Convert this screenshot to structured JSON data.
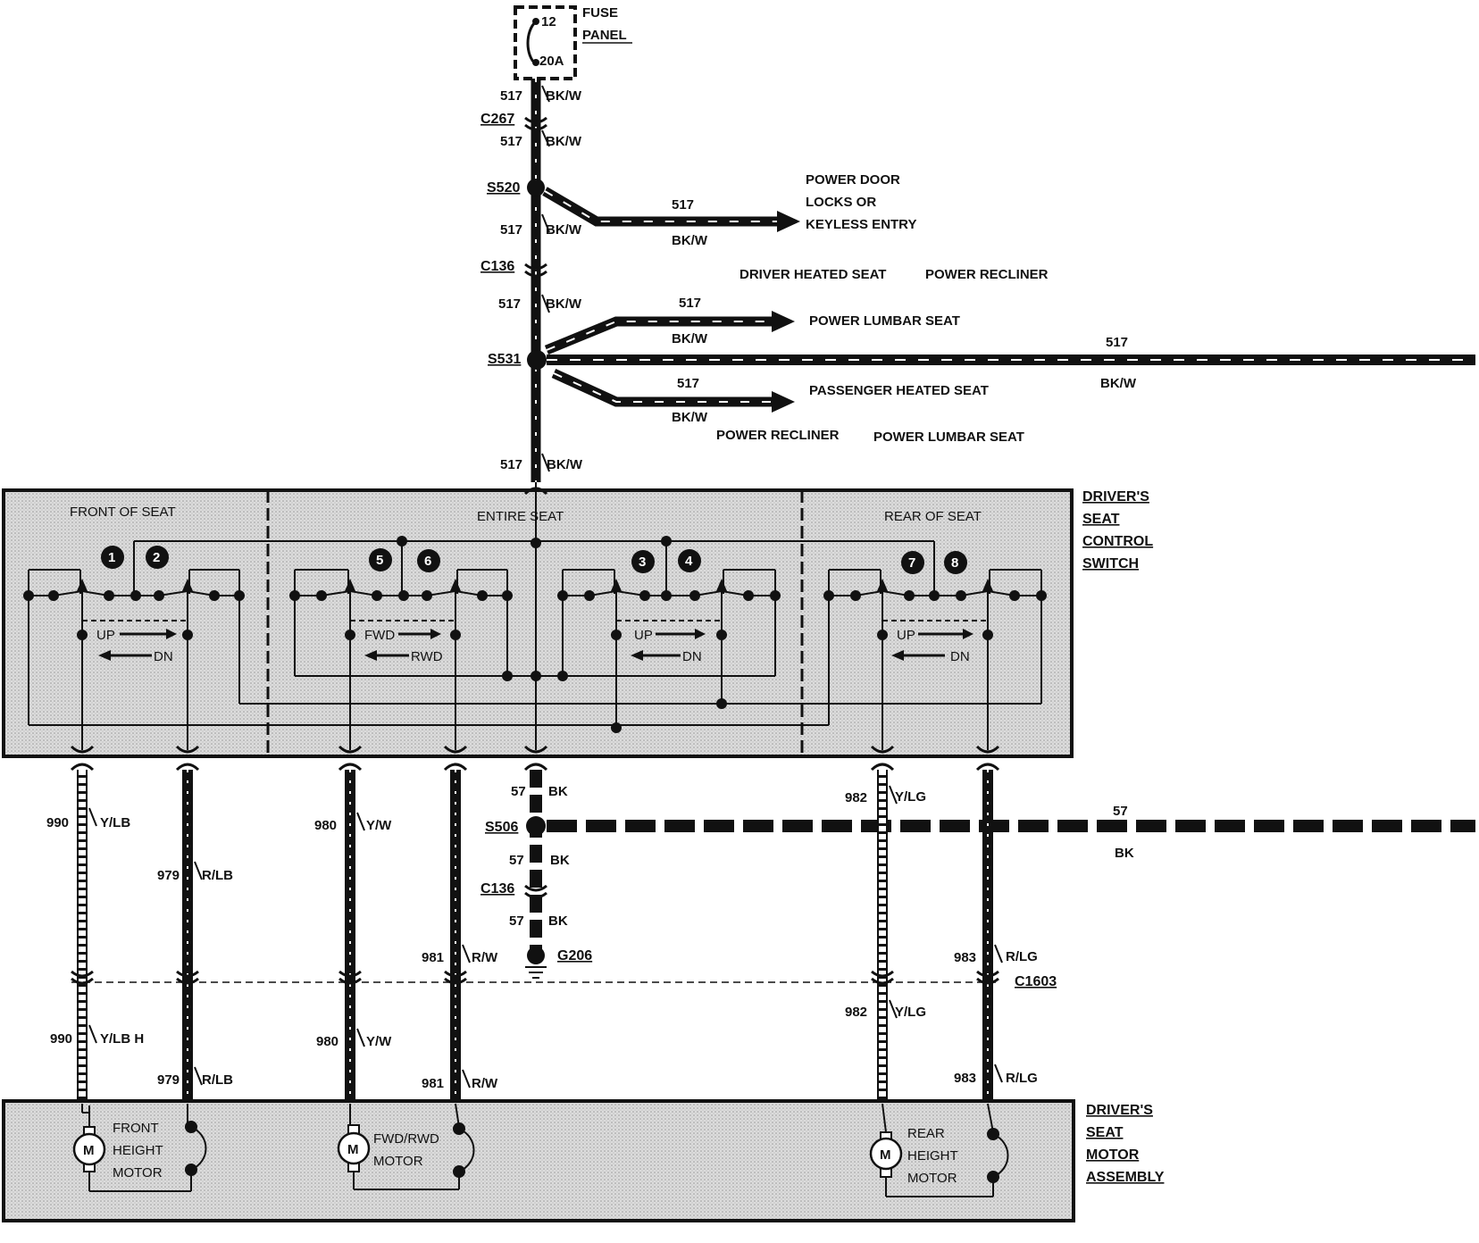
{
  "colors": {
    "wire": "#111111",
    "panel": "#d7d7d7",
    "background": "#ffffff",
    "stripe": "#ffffff"
  },
  "fuse": {
    "position": "12",
    "rating": "20A",
    "label_line1": "FUSE",
    "label_line2": "PANEL"
  },
  "feed": {
    "wires": [
      {
        "circuit": "517",
        "color": "BK/W"
      },
      {
        "circuit": "517",
        "color": "BK/W"
      },
      {
        "circuit": "517",
        "color": "BK/W"
      },
      {
        "circuit": "517",
        "color": "BK/W"
      },
      {
        "circuit": "517",
        "color": "BK/W"
      }
    ],
    "connectors": [
      "C267",
      "C136"
    ],
    "splices": [
      "S520",
      "S531"
    ]
  },
  "branches": {
    "door_locks": {
      "circuit": "517",
      "color": "BK/W",
      "dest_line1": "POWER DOOR",
      "dest_line2": "LOCKS OR",
      "dest_line3": "KEYLESS ENTRY"
    },
    "options_top": [
      "DRIVER HEATED SEAT",
      "POWER RECLINER"
    ],
    "lumbar": {
      "circuit": "517",
      "color": "BK/W",
      "dest": "POWER LUMBAR SEAT"
    },
    "continue": {
      "circuit": "517",
      "color": "BK/W"
    },
    "passenger": {
      "circuit": "517",
      "color": "BK/W",
      "dest": "PASSENGER HEATED SEAT"
    },
    "options_bottom": [
      "POWER RECLINER",
      "POWER LUMBAR SEAT"
    ]
  },
  "switch": {
    "title": [
      "DRIVER'S",
      "SEAT",
      "CONTROL",
      "SWITCH"
    ],
    "zones": [
      "FRONT OF SEAT",
      "ENTIRE SEAT",
      "REAR OF SEAT"
    ],
    "contacts": [
      "1",
      "2",
      "5",
      "6",
      "3",
      "4",
      "7",
      "8"
    ],
    "directions": {
      "front": [
        "UP",
        "DN"
      ],
      "entire": [
        "FWD",
        "RWD"
      ],
      "rear_entire": [
        "UP",
        "DN"
      ],
      "rear": [
        "UP",
        "DN"
      ]
    }
  },
  "ground": {
    "wires": [
      {
        "circuit": "57",
        "color": "BK"
      },
      {
        "circuit": "57",
        "color": "BK"
      },
      {
        "circuit": "57",
        "color": "BK"
      }
    ],
    "splice": "S506",
    "connector": "C136",
    "ground_point": "G206",
    "branch": {
      "circuit": "57",
      "color": "BK"
    }
  },
  "motor_wires": {
    "upper": [
      {
        "circuit": "990",
        "color": "Y/LB"
      },
      {
        "circuit": "979",
        "color": "R/LB"
      },
      {
        "circuit": "980",
        "color": "Y/W"
      },
      {
        "circuit": "981",
        "color": "R/W"
      },
      {
        "circuit": "982",
        "color": "Y/LG"
      },
      {
        "circuit": "983",
        "color": "R/LG"
      }
    ],
    "connector": "C1603",
    "lower": [
      {
        "circuit": "990",
        "color": "Y/LB H"
      },
      {
        "circuit": "979",
        "color": "R/LB"
      },
      {
        "circuit": "980",
        "color": "Y/W"
      },
      {
        "circuit": "981",
        "color": "R/W"
      },
      {
        "circuit": "982",
        "color": "Y/LG"
      },
      {
        "circuit": "983",
        "color": "R/LG"
      }
    ]
  },
  "motors": {
    "title": [
      "DRIVER'S",
      "SEAT",
      "MOTOR",
      "ASSEMBLY"
    ],
    "symbol": "M",
    "front": [
      "FRONT",
      "HEIGHT",
      "MOTOR"
    ],
    "fwdrwd": [
      "FWD/RWD",
      "MOTOR"
    ],
    "rear": [
      "REAR",
      "HEIGHT",
      "MOTOR"
    ]
  }
}
